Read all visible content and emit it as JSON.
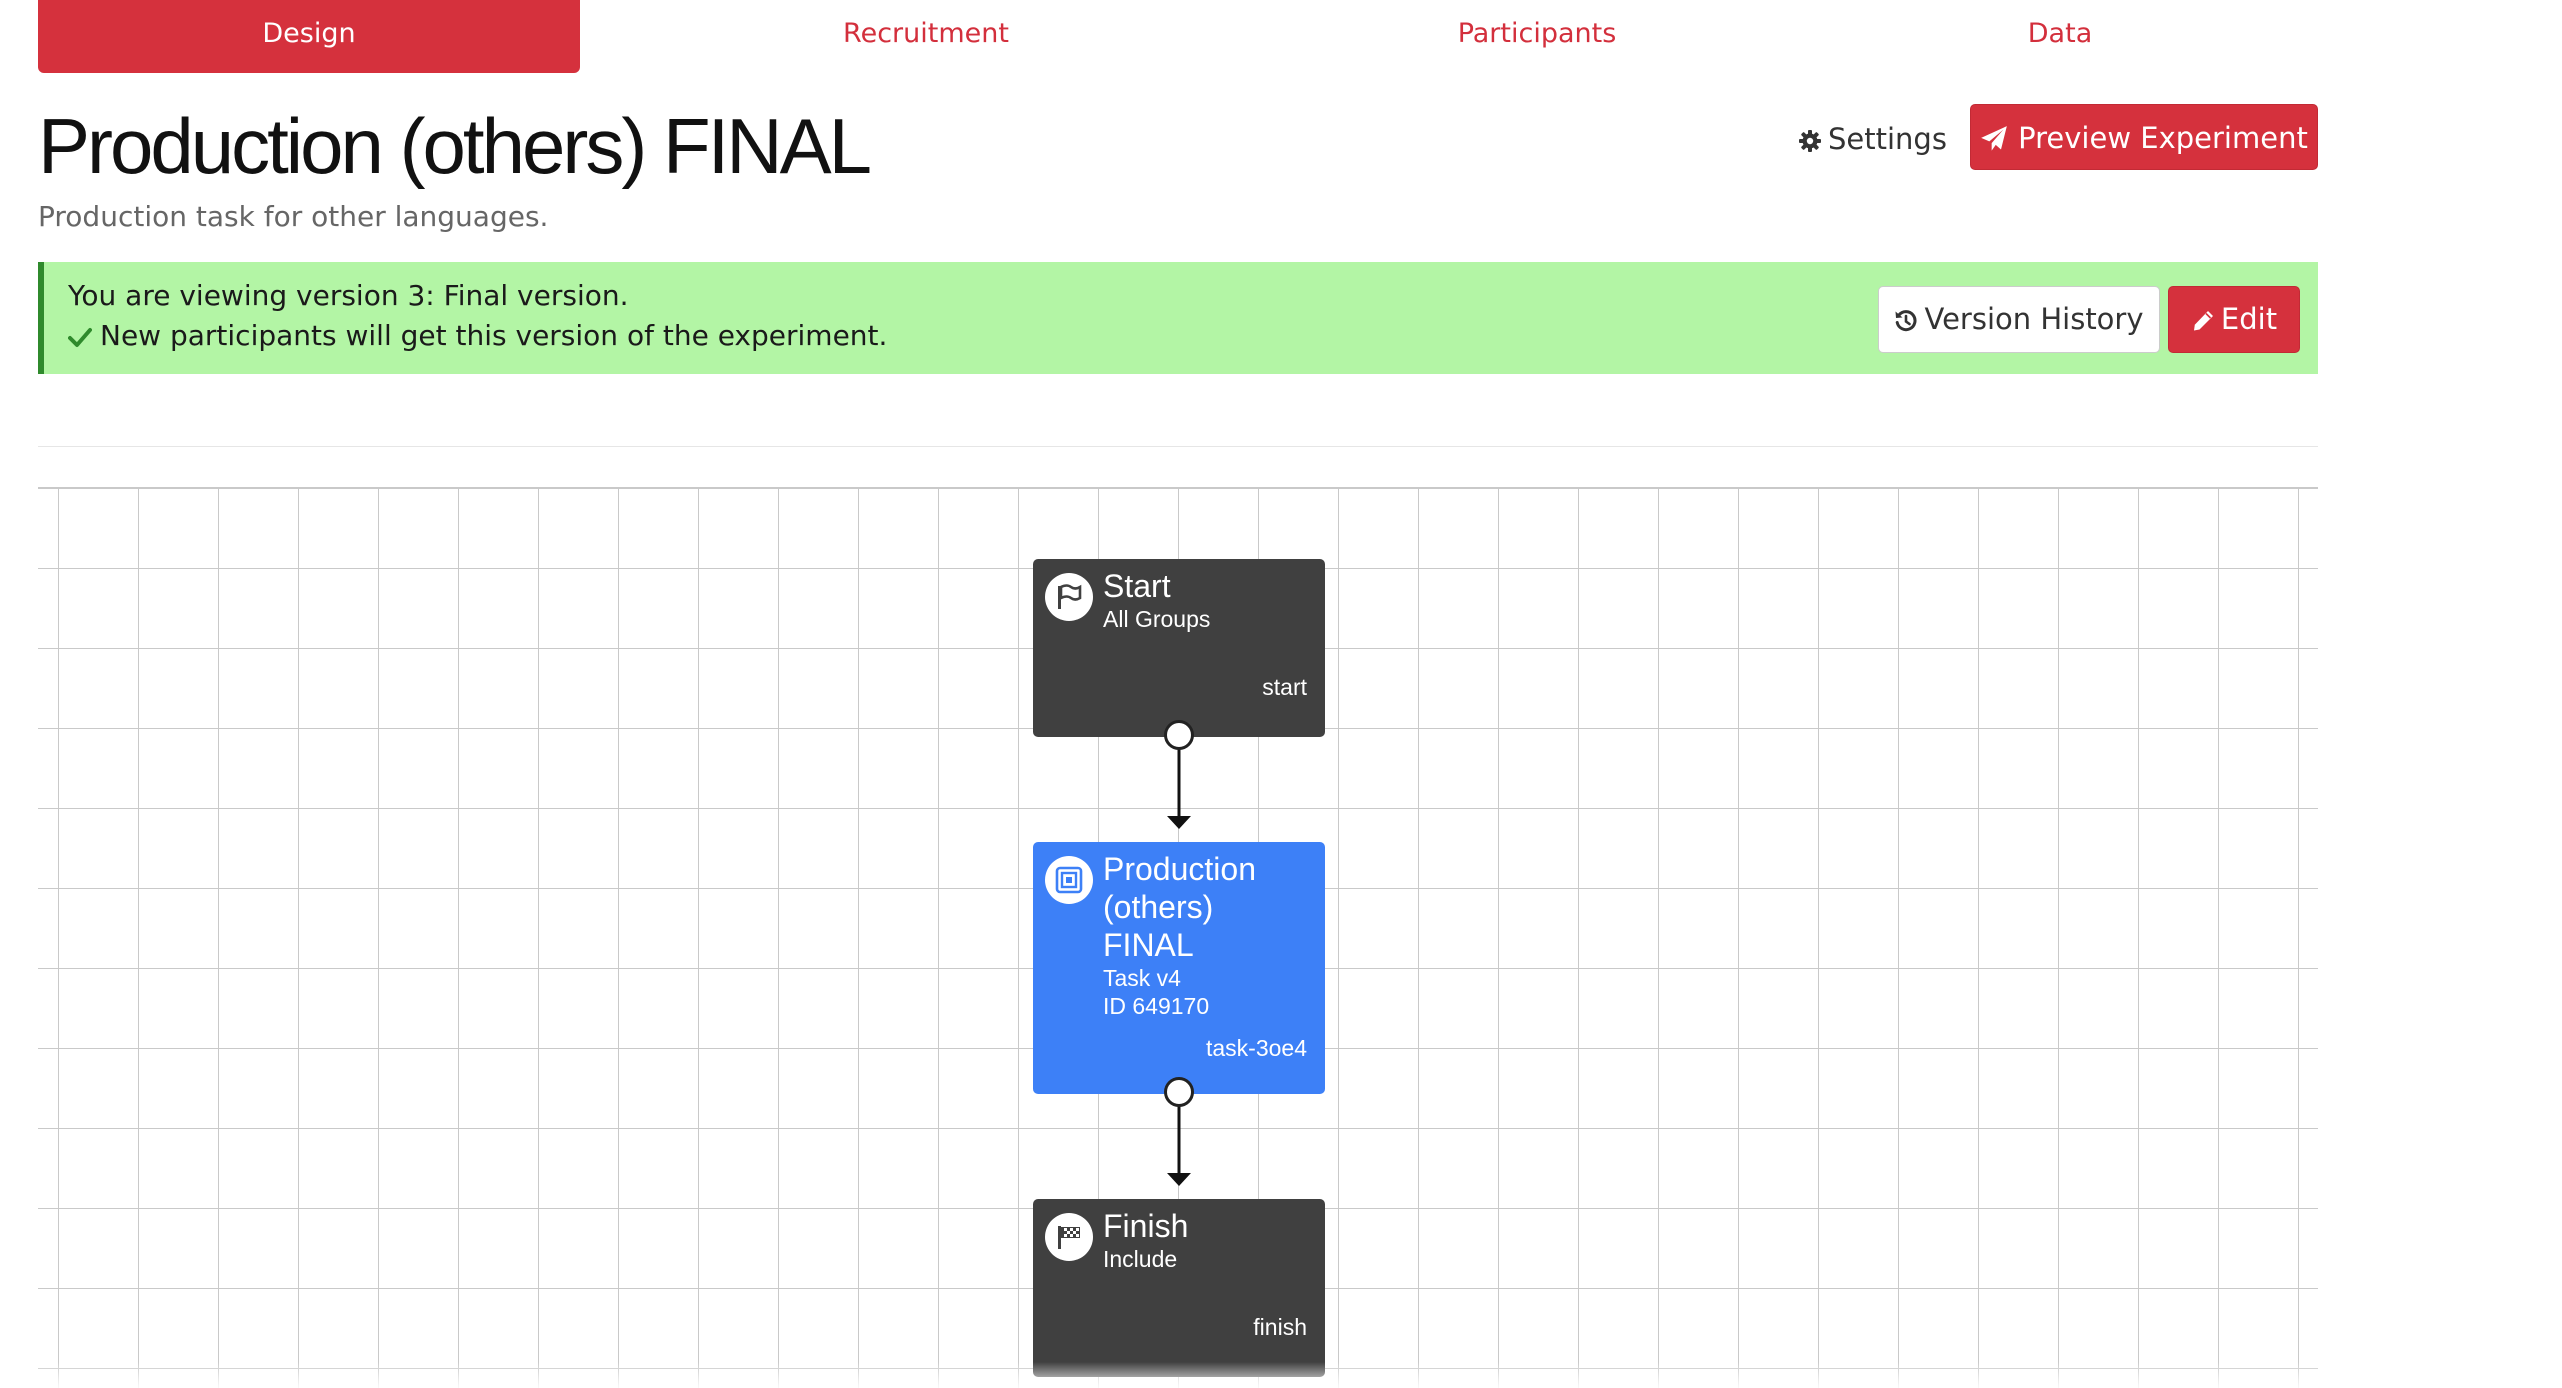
{
  "tabs": [
    {
      "label": "Design",
      "active": true
    },
    {
      "label": "Recruitment",
      "active": false
    },
    {
      "label": "Participants",
      "active": false
    },
    {
      "label": "Data",
      "active": false
    }
  ],
  "header": {
    "title": "Production (others) FINAL",
    "subtitle": "Production task for other languages.",
    "settings_label": "Settings",
    "preview_label": "Preview Experiment"
  },
  "banner": {
    "line1": "You are viewing version 3: Final version.",
    "line2": "New participants will get this version of the experiment.",
    "history_label": "Version History",
    "edit_label": "Edit"
  },
  "flow": {
    "start": {
      "title": "Start",
      "subtitle": "All Groups",
      "key": "start",
      "icon": "flag-icon"
    },
    "task": {
      "title": "Production (others) FINAL",
      "line1": "Task v4",
      "line2": "ID 649170",
      "key": "task-3oe4",
      "icon": "task-icon"
    },
    "finish": {
      "title": "Finish",
      "subtitle": "Include",
      "key": "finish",
      "icon": "checkered-flag-icon"
    }
  },
  "colors": {
    "brand_red": "#d5313d",
    "banner_green": "#b3f5a5",
    "node_dark": "#404040",
    "node_blue": "#3d80f7"
  }
}
